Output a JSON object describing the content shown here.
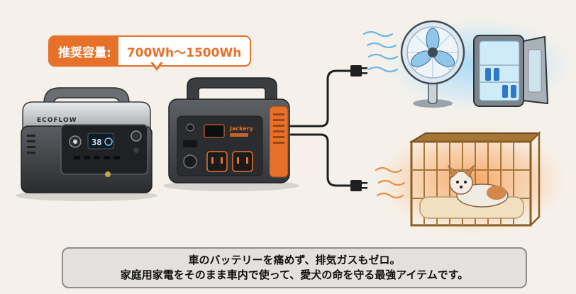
{
  "callout": {
    "label": "推奨容量:",
    "value": "700Wh〜1500Wh"
  },
  "devices": {
    "ecoflow_brand": "ECOFLOW",
    "ecoflow_display": "38",
    "jackery_brand": "Jackery"
  },
  "caption": {
    "line1": "車のバッテリーを痛めず、排気ガスもゼロ。",
    "line2": "家庭用家電をそのまま車内で使って、愛犬の命を守る最強アイテムです。"
  },
  "colors": {
    "accent": "#e8712a",
    "background": "#f5f1ea",
    "cool_glow": "#7ec3f0",
    "warm_glow": "#f59a52"
  }
}
